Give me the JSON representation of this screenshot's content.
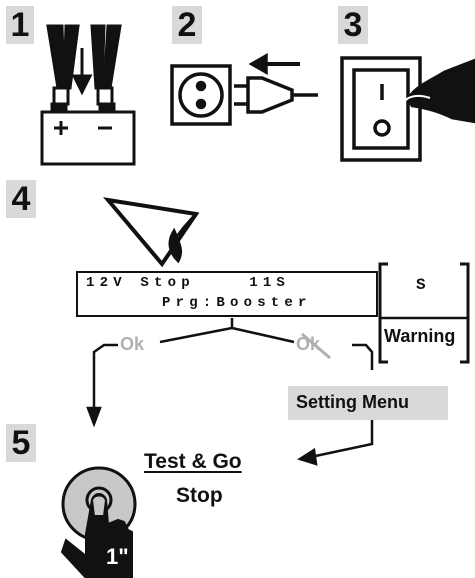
{
  "steps": [
    "1",
    "2",
    "3",
    "4",
    "5"
  ],
  "display": {
    "line1": "12V Stop    11S",
    "line2": "Prg:Booster",
    "status_char": "S",
    "warning_label": "Warning"
  },
  "choices": {
    "ok_label": "Ok",
    "ok_crossed_label": "Ok",
    "setting_menu_label": "Setting Menu"
  },
  "actions": {
    "test_go_label": "Test & Go",
    "stop_label": "Stop",
    "press_time_label": "1\""
  },
  "colors": {
    "ink": "#111111",
    "badge": "#d9d9d9",
    "muted": "#b0b0b0",
    "menu_bg": "#d9d9d9",
    "button_gray": "#c8c8c8"
  },
  "icons": [
    "battery-clamps-icon",
    "power-socket-icon",
    "power-plug-icon",
    "power-switch-icon",
    "eye-icon",
    "start-button-icon",
    "pointing-hand-icon"
  ]
}
